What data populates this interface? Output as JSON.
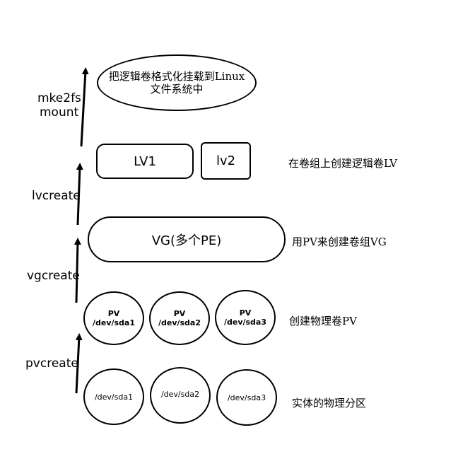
{
  "top_ellipse": {
    "line1": "把逻辑卷格式化挂载到Linux",
    "line2": "文件系统中"
  },
  "commands": {
    "mkfs_line1": "mke2fs",
    "mkfs_line2": "mount",
    "lvcreate": "lvcreate",
    "vgcreate": "vgcreate",
    "pvcreate": "pvcreate"
  },
  "lv": {
    "lv1": "LV1",
    "lv2": "lv2"
  },
  "vg": {
    "label": "VG(多个PE)"
  },
  "pv": [
    {
      "title": "PV",
      "device": "/dev/sda1"
    },
    {
      "title": "PV",
      "device": "/dev/sda2"
    },
    {
      "title": "PV",
      "device": "/dev/sda3"
    }
  ],
  "partitions": [
    "/dev/sda1",
    "/dev/sda2",
    "/dev/sda3"
  ],
  "notes": {
    "lv": "在卷组上创建逻辑卷LV",
    "vg": "用PV来创建卷组VG",
    "pv": "创建物理卷PV",
    "partitions": "实体的物理分区"
  }
}
